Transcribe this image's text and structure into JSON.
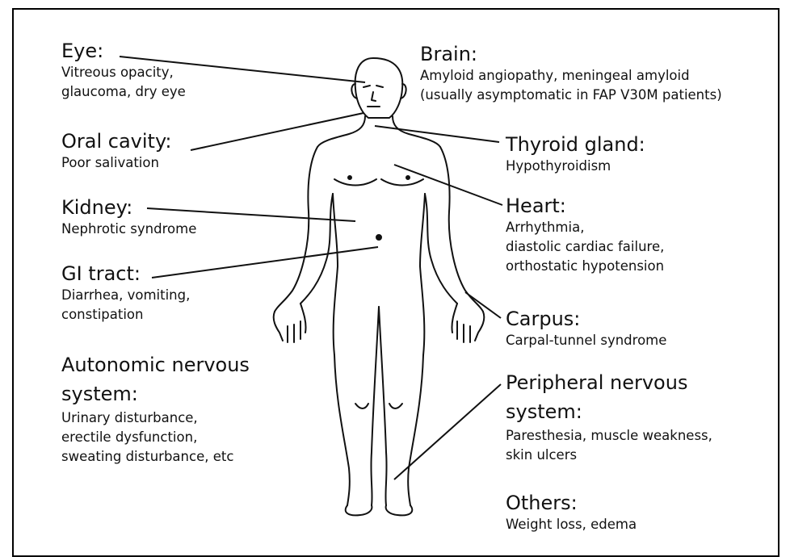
{
  "labels": {
    "eye": {
      "title": "Eye:",
      "lines": [
        "Vitreous opacity,",
        "glaucoma, dry eye"
      ]
    },
    "oral": {
      "title": "Oral cavity:",
      "lines": [
        "Poor salivation"
      ]
    },
    "kidney": {
      "title": "Kidney:",
      "lines": [
        "Nephrotic syndrome"
      ]
    },
    "gi": {
      "title": "GI tract:",
      "lines": [
        "Diarrhea, vomiting,",
        "constipation"
      ]
    },
    "autonomic": {
      "title_lines": [
        "Autonomic nervous",
        "system:"
      ],
      "lines": [
        "Urinary disturbance,",
        "erectile dysfunction,",
        "sweating disturbance, etc"
      ]
    },
    "brain": {
      "title": "Brain:",
      "lines": [
        "Amyloid angiopathy, meningeal amyloid",
        "(usually asymptomatic in FAP V30M patients)"
      ]
    },
    "thyroid": {
      "title": "Thyroid gland:",
      "lines": [
        "Hypothyroidism"
      ]
    },
    "heart": {
      "title": "Heart:",
      "lines": [
        "Arrhythmia,",
        "diastolic cardiac failure,",
        "orthostatic hypotension"
      ]
    },
    "carpus": {
      "title": "Carpus:",
      "lines": [
        "Carpal-tunnel syndrome"
      ]
    },
    "peripheral": {
      "title_lines": [
        "Peripheral nervous",
        "system:"
      ],
      "lines": [
        "Paresthesia, muscle weakness,",
        "skin ulcers"
      ]
    },
    "others": {
      "title": "Others:",
      "lines": [
        "Weight loss, edema"
      ]
    }
  }
}
